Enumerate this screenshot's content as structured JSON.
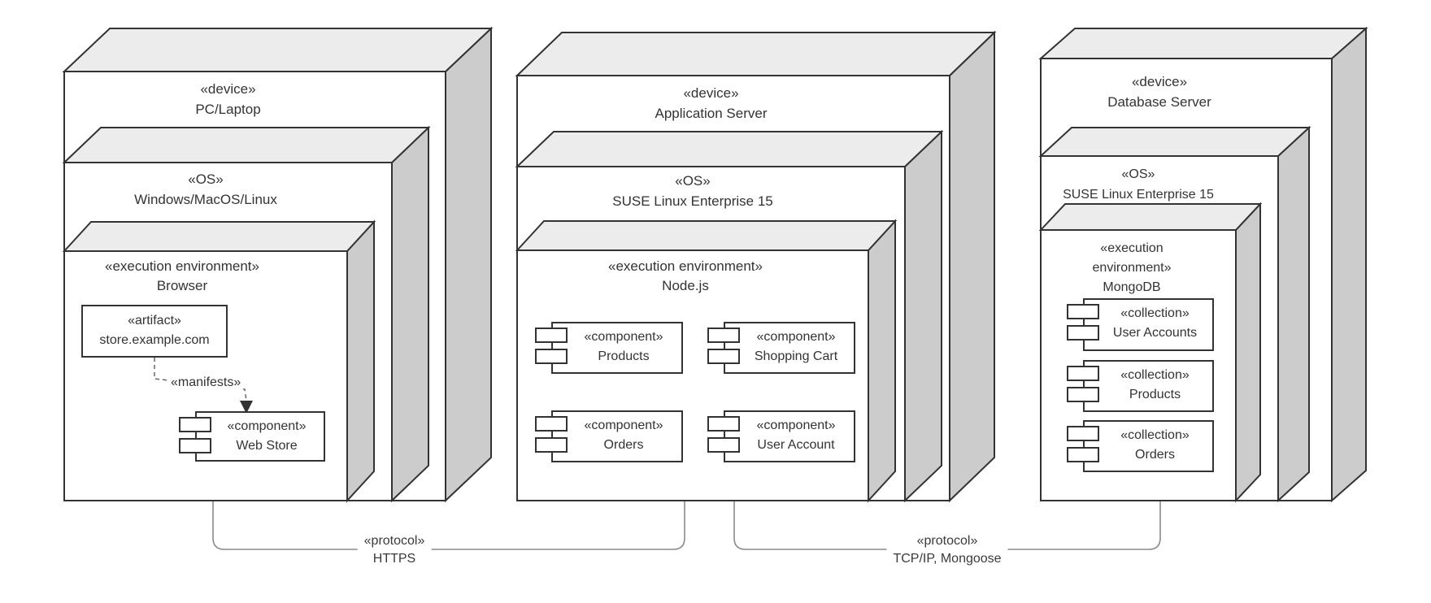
{
  "nodes": {
    "pc": {
      "stereotype": "«device»",
      "name": "PC/Laptop"
    },
    "pc_os": {
      "stereotype": "«OS»",
      "name": "Windows/MacOS/Linux"
    },
    "browser": {
      "stereotype": "«execution environment»",
      "name": "Browser"
    },
    "artifact": {
      "stereotype": "«artifact»",
      "name": "store.example.com"
    },
    "webstore": {
      "stereotype": "«component»",
      "name": "Web Store"
    },
    "app": {
      "stereotype": "«device»",
      "name": "Application Server"
    },
    "app_os": {
      "stereotype": "«OS»",
      "name": "SUSE Linux Enterprise 15"
    },
    "nodejs": {
      "stereotype": "«execution environment»",
      "name": "Node.js"
    },
    "products": {
      "stereotype": "«component»",
      "name": "Products"
    },
    "shopping_cart": {
      "stereotype": "«component»",
      "name": "Shopping Cart"
    },
    "orders": {
      "stereotype": "«component»",
      "name": "Orders"
    },
    "user_account": {
      "stereotype": "«component»",
      "name": "User Account"
    },
    "db": {
      "stereotype": "«device»",
      "name": "Database Server"
    },
    "db_os": {
      "stereotype": "«OS»",
      "name": "SUSE Linux Enterprise 15"
    },
    "mongodb": {
      "stereotype": "«execution environment»",
      "name": "MongoDB"
    },
    "col_user_accounts": {
      "stereotype": "«collection»",
      "name": "User Accounts"
    },
    "col_products": {
      "stereotype": "«collection»",
      "name": "Products"
    },
    "col_orders": {
      "stereotype": "«collection»",
      "name": "Orders"
    }
  },
  "edges": {
    "manifests": {
      "label": "«manifests»"
    },
    "https": {
      "stereotype": "«protocol»",
      "name": "HTTPS"
    },
    "tcpip": {
      "stereotype": "«protocol»",
      "name": "TCP/IP, Mongoose"
    }
  },
  "colors": {
    "border": "#333333",
    "face_top": "#ececec",
    "face_side": "#cccccc",
    "face_front": "#ffffff",
    "connector": "#8a8a8a"
  }
}
